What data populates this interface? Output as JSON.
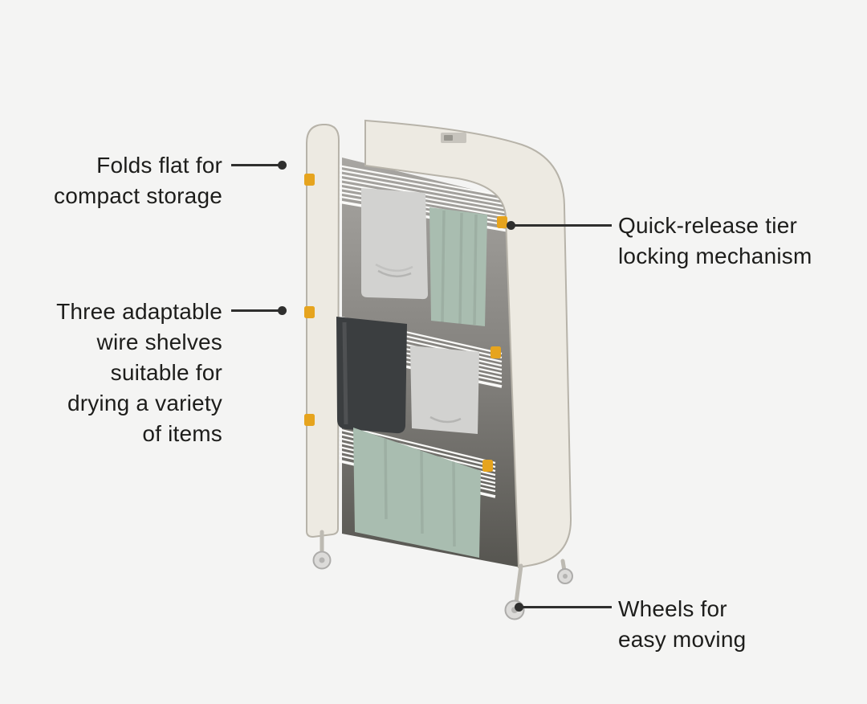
{
  "page": {
    "type": "product-feature-diagram"
  },
  "colors": {
    "background": "#f4f4f3",
    "text": "#1d1d1b",
    "leader": "#2f2f2e",
    "panel": "#edeae2",
    "panel_edge": "#b7b3a9",
    "wire": "#fafaf8",
    "clip_yellow": "#e6a41e",
    "shirt_gray": "#d2d2d0",
    "towel_green": "#a9bdb0",
    "garment_dark": "#3b3e40",
    "wheel_gray": "#dcdbd9"
  },
  "product": {
    "illustration": "three-tier folding clothes drying rack with fabric side panels, wire shelves, hung laundry, yellow tier clips and castor wheels",
    "logo_mark": "small illegible brand wordmark on top panel"
  },
  "callouts": {
    "fold": {
      "text": "Folds flat for\ncompact storage"
    },
    "lock": {
      "text": "Quick-release tier\nlocking mechanism"
    },
    "shelves": {
      "text": "Three adaptable\nwire shelves\nsuitable for\ndrying a variety\nof items"
    },
    "wheels": {
      "text": "Wheels for\neasy moving"
    }
  }
}
